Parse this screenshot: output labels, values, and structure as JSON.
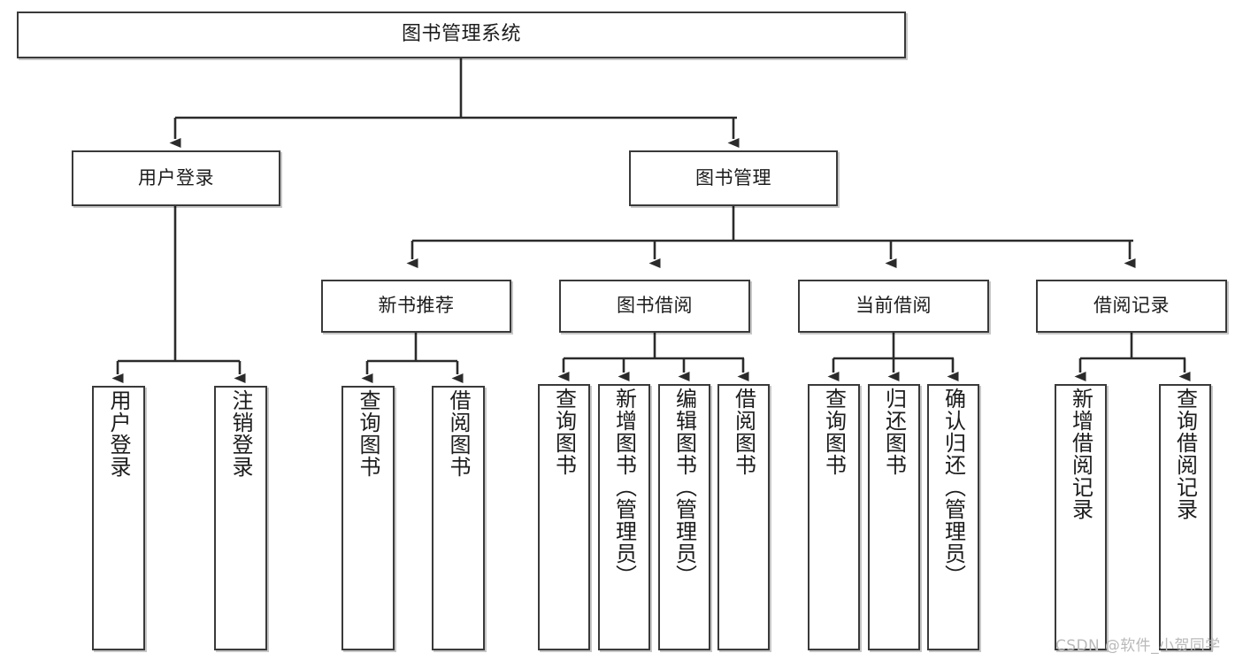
{
  "diagram": {
    "type": "tree-hierarchy",
    "title": "图书管理系统",
    "colors": {
      "box_border": "#3a3a3a",
      "box_fill": "#ffffff",
      "connector": "#2b2b2b",
      "text": "#1c1c1c",
      "watermark": "#b9b9b9"
    },
    "root": {
      "label": "图书管理系统"
    },
    "level2": [
      {
        "label": "用户登录"
      },
      {
        "label": "图书管理"
      }
    ],
    "level3": [
      {
        "label": "新书推荐"
      },
      {
        "label": "图书借阅"
      },
      {
        "label": "当前借阅"
      },
      {
        "label": "借阅记录"
      }
    ],
    "leaves": {
      "user_login": [
        {
          "label": "用户登录"
        },
        {
          "label": "注销登录"
        }
      ],
      "new_book_recommend": [
        {
          "label": "查询图书"
        },
        {
          "label": "借阅图书"
        }
      ],
      "book_borrow": [
        {
          "label": "查询图书"
        },
        {
          "label": "新增图书（管理员）"
        },
        {
          "label": "编辑图书（管理员）"
        },
        {
          "label": "借阅图书"
        }
      ],
      "current_borrow": [
        {
          "label": "查询图书"
        },
        {
          "label": "归还图书"
        },
        {
          "label": "确认归还（管理员）"
        }
      ],
      "borrow_record": [
        {
          "label": "新增借阅记录"
        },
        {
          "label": "查询借阅记录"
        }
      ]
    },
    "watermark": {
      "text": "CSDN @软件_小贺同学"
    }
  }
}
